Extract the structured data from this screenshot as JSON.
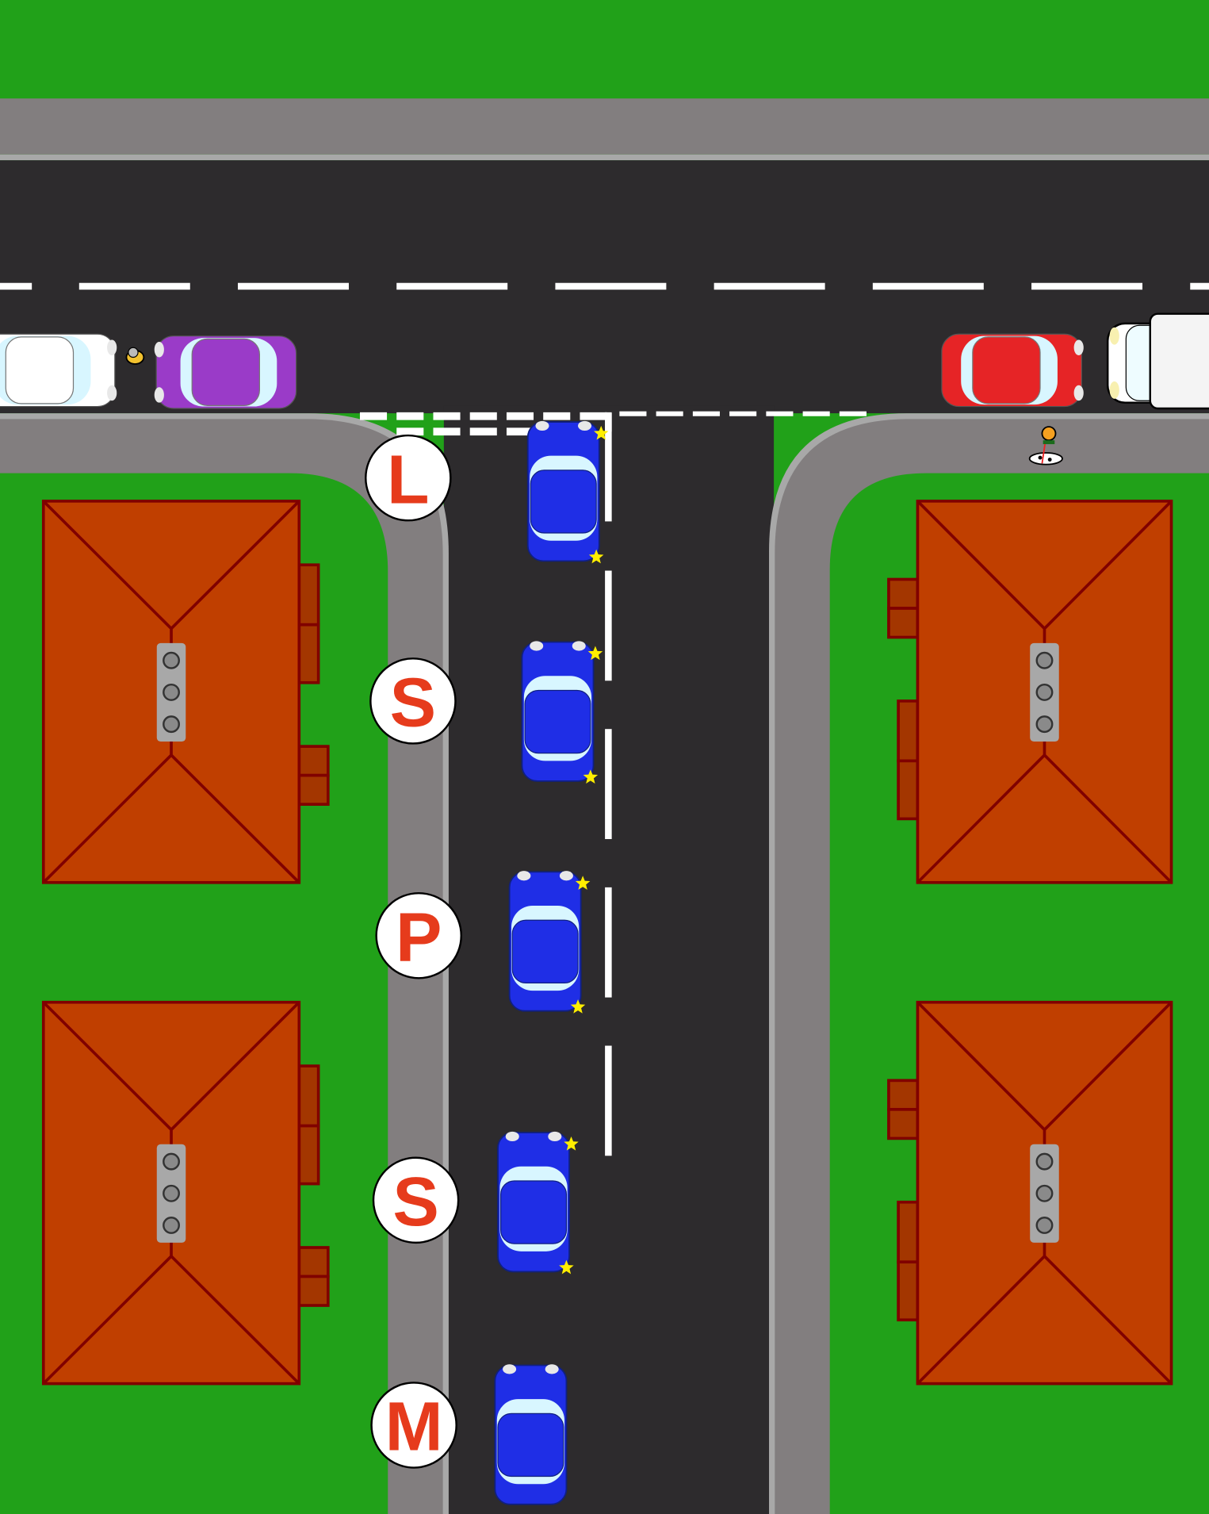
{
  "colors": {
    "grass": "#21a119",
    "pavement": "#827e7f",
    "kerb": "#a8a8a8",
    "road": "#2d2b2d",
    "marking": "#ffffff",
    "roof": "#c03f00",
    "roof_edge": "#800000",
    "label_text": "#e63b1c",
    "blue_car": "#1f2ee6",
    "purple_car": "#9a3bc8",
    "red_car": "#e62426",
    "white_car": "#ffffff",
    "indicator": "#ffee00"
  },
  "position_labels": [
    {
      "letter": "L"
    },
    {
      "letter": "S"
    },
    {
      "letter": "P"
    },
    {
      "letter": "S"
    },
    {
      "letter": "M"
    }
  ],
  "blue_car_indicators": [
    true,
    true,
    true,
    true,
    false
  ],
  "main_road_vehicles": [
    "white-car",
    "purple-car",
    "red-car",
    "white-van"
  ],
  "pedestrians": [
    "cyclist",
    "person-walking-dog"
  ]
}
